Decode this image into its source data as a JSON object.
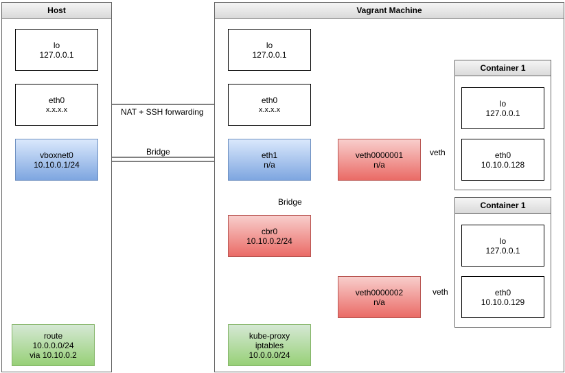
{
  "host": {
    "title": "Host",
    "lo": {
      "name": "lo",
      "addr": "127.0.0.1"
    },
    "eth0": {
      "name": "eth0",
      "addr": "x.x.x.x"
    },
    "vboxnet0": {
      "name": "vboxnet0",
      "addr": "10.10.0.1/24"
    },
    "route": {
      "line1": "route",
      "line2": "10.0.0.0/24",
      "line3": "via 10.10.0.2"
    }
  },
  "vagrant": {
    "title": "Vagrant Machine",
    "lo": {
      "name": "lo",
      "addr": "127.0.0.1"
    },
    "eth0": {
      "name": "eth0",
      "addr": "x.x.x.x"
    },
    "eth1": {
      "name": "eth1",
      "addr": "n/a"
    },
    "cbr0": {
      "name": "cbr0",
      "addr": "10.10.0.2/24"
    },
    "veth1": {
      "name": "veth0000001",
      "addr": "n/a"
    },
    "veth2": {
      "name": "veth0000002",
      "addr": "n/a"
    },
    "kube": {
      "line1": "kube-proxy",
      "line2": "iptables",
      "line3": "10.0.0.0/24"
    }
  },
  "container1": {
    "title": "Container 1",
    "lo": {
      "name": "lo",
      "addr": "127.0.0.1"
    },
    "eth0": {
      "name": "eth0",
      "addr": "10.10.0.128"
    }
  },
  "container2": {
    "title": "Container 1",
    "lo": {
      "name": "lo",
      "addr": "127.0.0.1"
    },
    "eth0": {
      "name": "eth0",
      "addr": "10.10.0.129"
    }
  },
  "edges": {
    "nat": "NAT + SSH forwarding",
    "bridge_host": "Bridge",
    "bridge_vm": "Bridge",
    "veth1": "veth",
    "veth2": "veth"
  },
  "colors": {
    "blue_fill": "#dae8fc",
    "red_fill": "#f8cecc",
    "green_fill": "#d5e8d4"
  }
}
